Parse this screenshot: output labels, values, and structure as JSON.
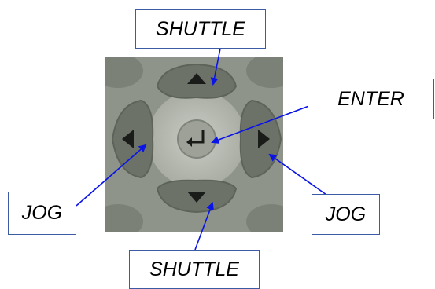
{
  "labels": {
    "shuttle_top": "SHUTTLE",
    "enter": "ENTER",
    "jog_left": "JOG",
    "jog_right": "JOG",
    "shuttle_bottom": "SHUTTLE"
  },
  "colors": {
    "arrow": "#0a14e6",
    "box_border": "#3b5ba5",
    "remote_body": "#8f948b",
    "button": "#6d7268",
    "ring": "#b9bdb5",
    "glyph": "#1a1c1a"
  }
}
